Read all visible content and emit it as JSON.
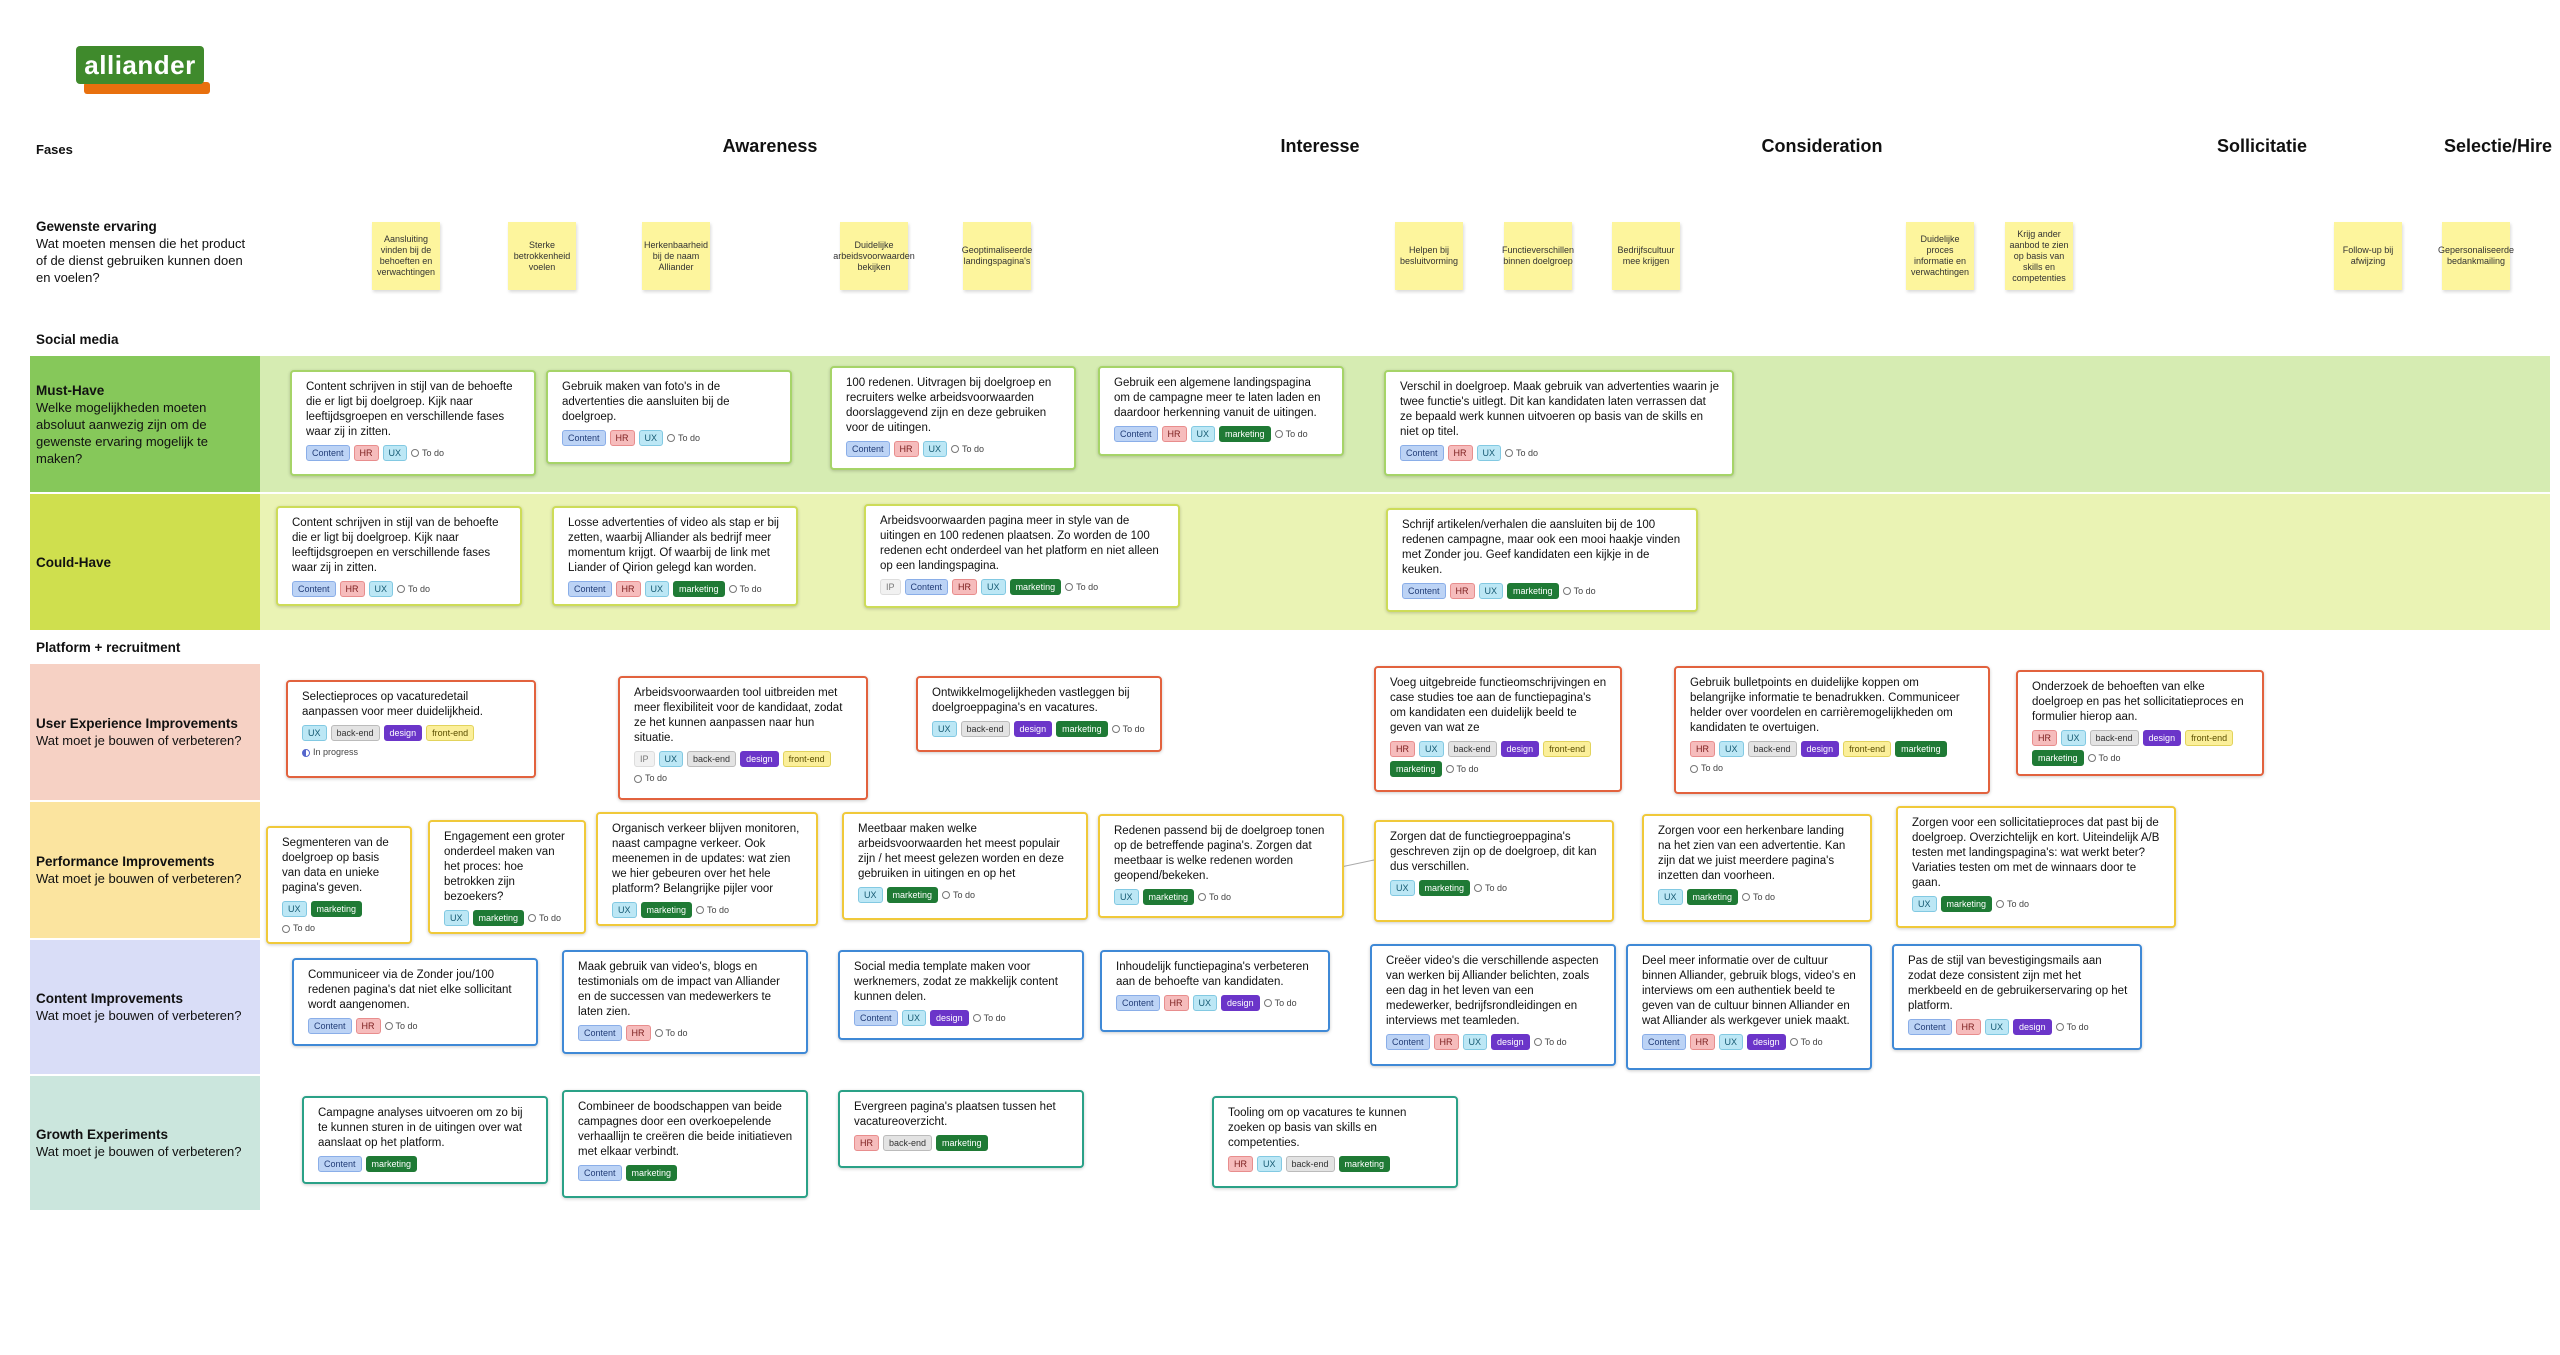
{
  "logo": {
    "text": "alliander"
  },
  "phases": {
    "label": "Fases",
    "items": [
      "Awareness",
      "Interesse",
      "Consideration",
      "Sollicitatie",
      "Selectie/Hire"
    ]
  },
  "gewenste": {
    "title": "Gewenste ervaring",
    "subtitle": "Wat moeten mensen die het product of de dienst gebruiken kunnen doen en voelen?"
  },
  "stickies": [
    "Aansluiting vinden bij de behoeften en verwachtingen",
    "Sterke betrokkenheid voelen",
    "Herkenbaarheid bij de naam Alliander",
    "Duidelijke arbeidsvoorwaarden bekijken",
    "Geoptimaliseerde landingspagina's",
    "Helpen bij besluitvorming",
    "Functieverschillen binnen doelgroep",
    "Bedrijfscultuur mee krijgen",
    "Duidelijke proces informatie en verwachtingen",
    "Krijg ander aanbod te zien op basis van skills en competenties",
    "Follow-up bij afwijzing",
    "Gepersonaliseerde bedankmailing"
  ],
  "sections": {
    "social": "Social media",
    "platform": "Platform + recruitment"
  },
  "rows": {
    "musthave": {
      "title": "Must-Have",
      "subtitle": "Welke mogelijkheden moeten absoluut aanwezig zijn om de gewenste ervaring mogelijk te maken?"
    },
    "couldhave": {
      "title": "Could-Have",
      "subtitle": ""
    },
    "ux": {
      "title": "User Experience Improvements",
      "subtitle": "Wat moet je bouwen of verbeteren?"
    },
    "perf": {
      "title": "Performance Improvements",
      "subtitle": "Wat moet je bouwen of verbeteren?"
    },
    "content": {
      "title": "Content Improvements",
      "subtitle": "Wat moet je bouwen of verbeteren?"
    },
    "growth": {
      "title": "Growth Experiments",
      "subtitle": "Wat moet je bouwen of verbeteren?"
    }
  },
  "status_labels": {
    "todo": "To do",
    "inprogress": "In progress"
  },
  "cards": [
    {
      "text": "Content schrijven in stijl van de behoefte die er ligt bij doelgroep. Kijk naar leeftijdsgroepen en verschillende fases waar zij in zitten.",
      "tags": [
        "Content",
        "HR",
        "UX"
      ],
      "status": "To do"
    },
    {
      "text": "Gebruik maken van foto's in de advertenties die aansluiten bij de doelgroep.",
      "tags": [
        "Content",
        "HR",
        "UX"
      ],
      "status": "To do"
    },
    {
      "text": "100 redenen. Uitvragen bij doelgroep en recruiters welke arbeidsvoorwaarden doorslaggevend zijn en deze gebruiken voor de uitingen.",
      "tags": [
        "Content",
        "HR",
        "UX"
      ],
      "status": "To do"
    },
    {
      "text": "Gebruik een algemene landingspagina om de campagne meer te laten laden en daardoor herkenning vanuit de uitingen.",
      "tags": [
        "Content",
        "HR",
        "UX",
        "marketing"
      ],
      "status": "To do"
    },
    {
      "text": "Verschil in doelgroep. Maak gebruik van advertenties waarin je twee functie's uitlegt. Dit kan kandidaten laten verrassen dat ze bepaald werk kunnen uitvoeren op basis van de skills en niet op titel.",
      "tags": [
        "Content",
        "HR",
        "UX"
      ],
      "status": "To do"
    },
    {
      "text": "Content schrijven in stijl van de behoefte die er ligt bij doelgroep. Kijk naar leeftijdsgroepen en verschillende fases waar zij in zitten.",
      "tags": [
        "Content",
        "HR",
        "UX"
      ],
      "status": "To do"
    },
    {
      "text": "Losse advertenties of video als stap er bij zetten, waarbij Alliander als bedrijf meer momentum krijgt. Of waarbij de link met Liander of Qirion gelegd kan worden.",
      "tags": [
        "Content",
        "HR",
        "UX",
        "marketing"
      ],
      "status": "To do"
    },
    {
      "text": "Arbeidsvoorwaarden pagina meer in style van de uitingen en 100 redenen plaatsen. Zo worden de 100 redenen echt onderdeel van het platform en niet alleen op een landingspagina.",
      "tags": [
        "IP",
        "Content",
        "HR",
        "UX",
        "marketing"
      ],
      "status": "To do"
    },
    {
      "text": "Schrijf artikelen/verhalen die aansluiten bij de 100 redenen campagne, maar ook een mooi haakje vinden met Zonder jou. Geef kandidaten een kijkje in de keuken.",
      "tags": [
        "Content",
        "HR",
        "UX",
        "marketing"
      ],
      "status": "To do"
    },
    {
      "text": "Selectieproces op vacaturedetail aanpassen voor meer duidelijkheid.",
      "tags": [
        "UX",
        "back-end",
        "design",
        "front-end"
      ],
      "status": "In progress"
    },
    {
      "text": "Arbeidsvoorwaarden tool uitbreiden met meer flexibiliteit voor de kandidaat, zodat ze het kunnen aanpassen naar hun situatie.",
      "tags": [
        "IP",
        "UX",
        "back-end",
        "design",
        "front-end"
      ],
      "status": "To do"
    },
    {
      "text": "Ontwikkelmogelijkheden vastleggen bij doelgroeppagina's en vacatures.",
      "tags": [
        "UX",
        "back-end",
        "design",
        "marketing"
      ],
      "status": "To do"
    },
    {
      "text": "Voeg uitgebreide functieomschrijvingen en case studies toe aan de functiepagina's om kandidaten een duidelijk beeld te geven van wat ze",
      "tags": [
        "HR",
        "UX",
        "back-end",
        "design",
        "front-end",
        "marketing"
      ],
      "status": "To do"
    },
    {
      "text": "Gebruik bulletpoints en duidelijke koppen om belangrijke informatie te benadrukken. Communiceer helder over voordelen en carrièremogelijkheden om kandidaten te overtuigen.",
      "tags": [
        "HR",
        "UX",
        "back-end",
        "design",
        "front-end",
        "marketing"
      ],
      "status": "To do"
    },
    {
      "text": "Onderzoek de behoeften van elke doelgroep en pas het sollicitatieproces en formulier hierop aan.",
      "tags": [
        "HR",
        "UX",
        "back-end",
        "design",
        "front-end",
        "marketing"
      ],
      "status": "To do"
    },
    {
      "text": "Segmenteren van de doelgroep op basis van data en unieke pagina's geven.",
      "tags": [
        "UX",
        "marketing"
      ],
      "status": "To do"
    },
    {
      "text": "Engagement een groter onderdeel maken van het proces: hoe betrokken zijn bezoekers?",
      "tags": [
        "UX",
        "marketing"
      ],
      "status": "To do"
    },
    {
      "text": "Organisch verkeer blijven monitoren, naast campagne verkeer. Ook meenemen in de updates: wat zien we hier gebeuren over het hele platform? Belangrijke pijler voor",
      "tags": [
        "UX",
        "marketing"
      ],
      "status": "To do"
    },
    {
      "text": "Meetbaar maken welke arbeidsvoorwaarden het meest populair zijn / het meest gelezen worden en deze gebruiken in uitingen en op het",
      "tags": [
        "UX",
        "marketing"
      ],
      "status": "To do"
    },
    {
      "text": "Redenen passend bij de doelgroep tonen op de betreffende pagina's. Zorgen dat meetbaar is welke redenen worden geopend/bekeken.",
      "tags": [
        "UX",
        "marketing"
      ],
      "status": "To do"
    },
    {
      "text": "Zorgen dat de functiegroeppagina's geschreven zijn op de doelgroep, dit kan dus verschillen.",
      "tags": [
        "UX",
        "marketing"
      ],
      "status": "To do"
    },
    {
      "text": "Zorgen voor een herkenbare landing na het zien van een advertentie. Kan zijn dat we juist meerdere pagina's inzetten dan voorheen.",
      "tags": [
        "UX",
        "marketing"
      ],
      "status": "To do"
    },
    {
      "text": "Zorgen voor een sollicitatieproces dat past bij de doelgroep. Overzichtelijk en kort. Uiteindelijk A/B testen met landingspagina's: wat werkt beter? Variaties testen om met de winnaars door te gaan.",
      "tags": [
        "UX",
        "marketing"
      ],
      "status": "To do"
    },
    {
      "text": "Communiceer via de Zonder jou/100 redenen pagina's dat niet elke sollicitant wordt aangenomen.",
      "tags": [
        "Content",
        "HR"
      ],
      "status": "To do"
    },
    {
      "text": "Maak gebruik van video's, blogs en testimonials om de impact van Alliander en de successen van medewerkers te laten zien.",
      "tags": [
        "Content",
        "HR"
      ],
      "status": "To do"
    },
    {
      "text": "Social media template maken voor werknemers, zodat ze makkelijk content kunnen delen.",
      "tags": [
        "Content",
        "UX",
        "design"
      ],
      "status": "To do"
    },
    {
      "text": "Inhoudelijk functiepagina's verbeteren aan de behoefte van kandidaten.",
      "tags": [
        "Content",
        "HR",
        "UX",
        "design"
      ],
      "status": "To do"
    },
    {
      "text": "Creëer video's die verschillende aspecten van werken bij Alliander belichten, zoals een dag in het leven van een medewerker, bedrijfsrondleidingen en interviews met teamleden.",
      "tags": [
        "Content",
        "HR",
        "UX",
        "design"
      ],
      "status": "To do"
    },
    {
      "text": "Deel meer informatie over de cultuur binnen Alliander, gebruik blogs, video's en interviews om een authentiek beeld te geven van de cultuur binnen Alliander en wat Alliander als werkgever uniek maakt.",
      "tags": [
        "Content",
        "HR",
        "UX",
        "design"
      ],
      "status": "To do"
    },
    {
      "text": "Pas de stijl van bevestigingsmails aan zodat deze consistent zijn met het merkbeeld en de gebruikerservaring op het platform.",
      "tags": [
        "Content",
        "HR",
        "UX",
        "design"
      ],
      "status": "To do"
    },
    {
      "text": "Campagne analyses uitvoeren om zo bij te kunnen sturen in de uitingen over wat aanslaat op het platform.",
      "tags": [
        "Content",
        "marketing"
      ],
      "status": ""
    },
    {
      "text": "Combineer de boodschappen van beide campagnes door een overkoepelende verhaallijn te creëren die beide initiatieven met elkaar verbindt.",
      "tags": [
        "Content",
        "marketing"
      ],
      "status": ""
    },
    {
      "text": "Evergreen pagina's plaatsen tussen het vacatureoverzicht.",
      "tags": [
        "HR",
        "back-end",
        "marketing"
      ],
      "status": ""
    },
    {
      "text": "Tooling om op vacatures te kunnen zoeken op basis van skills en competenties.",
      "tags": [
        "HR",
        "UX",
        "back-end",
        "marketing"
      ],
      "status": ""
    }
  ]
}
